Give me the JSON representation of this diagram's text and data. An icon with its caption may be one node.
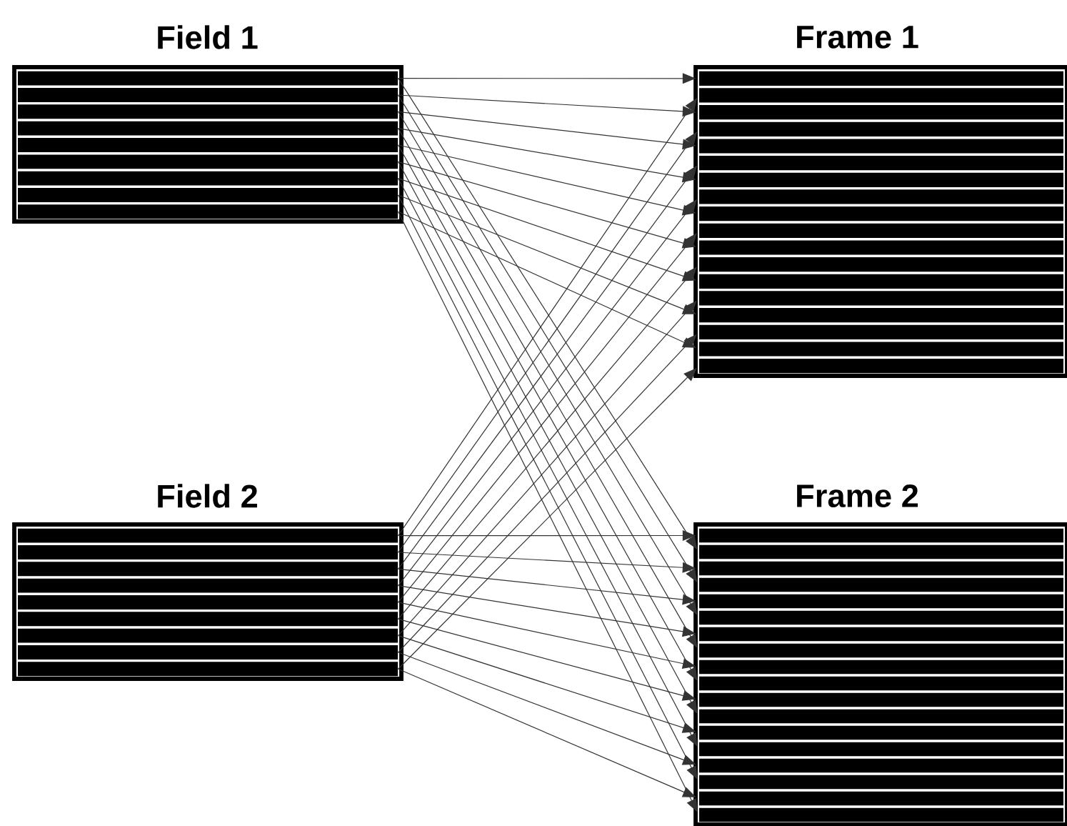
{
  "diagram": {
    "nodes": [
      {
        "text": [
          "Field 1"
        ]
      },
      {
        "text": [],
        "shape": "bar",
        "in": 0
      },
      {
        "text": [],
        "shape": "bar",
        "in": 0
      },
      {
        "text": [],
        "shape": "bar",
        "in": 0
      },
      {
        "text": [],
        "shape": "bar",
        "in": 0
      },
      {
        "text": [],
        "shape": "bar",
        "in": 0
      },
      {
        "text": [],
        "shape": "bar",
        "in": 0
      },
      {
        "text": [],
        "shape": "bar",
        "in": 0
      },
      {
        "text": [],
        "shape": "bar",
        "in": 0
      },
      {
        "text": [],
        "shape": "bar",
        "in": 0
      },
      {
        "text": [
          "Frame 1"
        ]
      },
      {
        "text": [],
        "shape": "bar",
        "in": 10
      },
      {
        "text": [],
        "shape": "bar",
        "in": 10
      },
      {
        "text": [],
        "shape": "bar",
        "in": 10
      },
      {
        "text": [],
        "shape": "bar",
        "in": 10
      },
      {
        "text": [],
        "shape": "bar",
        "in": 10
      },
      {
        "text": [],
        "shape": "bar",
        "in": 10
      },
      {
        "text": [],
        "shape": "bar",
        "in": 10
      },
      {
        "text": [],
        "shape": "bar",
        "in": 10
      },
      {
        "text": [],
        "shape": "bar",
        "in": 10
      },
      {
        "text": [],
        "shape": "bar",
        "in": 10
      },
      {
        "text": [],
        "shape": "bar",
        "in": 10
      },
      {
        "text": [],
        "shape": "bar",
        "in": 10
      },
      {
        "text": [],
        "shape": "bar",
        "in": 10
      },
      {
        "text": [],
        "shape": "bar",
        "in": 10
      },
      {
        "text": [],
        "shape": "bar",
        "in": 10
      },
      {
        "text": [],
        "shape": "bar",
        "in": 10
      },
      {
        "text": [],
        "shape": "bar",
        "in": 10
      },
      {
        "text": [],
        "shape": "bar",
        "in": 10
      },
      {
        "text": [
          "Field 2"
        ]
      },
      {
        "text": [],
        "shape": "bar",
        "in": 29
      },
      {
        "text": [],
        "shape": "bar",
        "in": 29
      },
      {
        "text": [],
        "shape": "bar",
        "in": 29
      },
      {
        "text": [],
        "shape": "bar",
        "in": 29
      },
      {
        "text": [],
        "shape": "bar",
        "in": 29
      },
      {
        "text": [],
        "shape": "bar",
        "in": 29
      },
      {
        "text": [],
        "shape": "bar",
        "in": 29
      },
      {
        "text": [],
        "shape": "bar",
        "in": 29
      },
      {
        "text": [],
        "shape": "bar",
        "in": 29
      },
      {
        "text": [
          "Frame 2"
        ]
      },
      {
        "text": [],
        "shape": "bar",
        "in": 39
      },
      {
        "text": [],
        "shape": "bar",
        "in": 39
      },
      {
        "text": [],
        "shape": "bar",
        "in": 39
      },
      {
        "text": [],
        "shape": "bar",
        "in": 39
      },
      {
        "text": [],
        "shape": "bar",
        "in": 39
      },
      {
        "text": [],
        "shape": "bar",
        "in": 39
      },
      {
        "text": [],
        "shape": "bar",
        "in": 39
      },
      {
        "text": [],
        "shape": "bar",
        "in": 39
      },
      {
        "text": [],
        "shape": "bar",
        "in": 39
      },
      {
        "text": [],
        "shape": "bar",
        "in": 39
      },
      {
        "text": [],
        "shape": "bar",
        "in": 39
      },
      {
        "text": [],
        "shape": "bar",
        "in": 39
      },
      {
        "text": [],
        "shape": "bar",
        "in": 39
      },
      {
        "text": [],
        "shape": "bar",
        "in": 39
      },
      {
        "text": [],
        "shape": "bar",
        "in": 39
      },
      {
        "text": [],
        "shape": "bar",
        "in": 39
      },
      {
        "text": [],
        "shape": "bar",
        "in": 39
      },
      {
        "text": [],
        "shape": "bar",
        "in": 39
      }
    ],
    "edges": [
      {
        "from": 1,
        "to": 11,
        "arrow": "to"
      },
      {
        "from": 1,
        "to": 41,
        "arrow": "to"
      },
      {
        "from": 2,
        "to": 13,
        "arrow": "to"
      },
      {
        "from": 2,
        "to": 43,
        "arrow": "to"
      },
      {
        "from": 3,
        "to": 15,
        "arrow": "to"
      },
      {
        "from": 3,
        "to": 45,
        "arrow": "to"
      },
      {
        "from": 4,
        "to": 17,
        "arrow": "to"
      },
      {
        "from": 4,
        "to": 47,
        "arrow": "to"
      },
      {
        "from": 5,
        "to": 19,
        "arrow": "to"
      },
      {
        "from": 5,
        "to": 49,
        "arrow": "to"
      },
      {
        "from": 6,
        "to": 21,
        "arrow": "to"
      },
      {
        "from": 6,
        "to": 51,
        "arrow": "to"
      },
      {
        "from": 7,
        "to": 23,
        "arrow": "to"
      },
      {
        "from": 7,
        "to": 53,
        "arrow": "to"
      },
      {
        "from": 8,
        "to": 25,
        "arrow": "to"
      },
      {
        "from": 8,
        "to": 55,
        "arrow": "to"
      },
      {
        "from": 9,
        "to": 27,
        "arrow": "to"
      },
      {
        "from": 9,
        "to": 57,
        "arrow": "to"
      },
      {
        "from": 30,
        "to": 12,
        "arrow": "to"
      },
      {
        "from": 30,
        "to": 40,
        "arrow": "to"
      },
      {
        "from": 31,
        "to": 14,
        "arrow": "to"
      },
      {
        "from": 31,
        "to": 42,
        "arrow": "to"
      },
      {
        "from": 32,
        "to": 16,
        "arrow": "to"
      },
      {
        "from": 32,
        "to": 44,
        "arrow": "to"
      },
      {
        "from": 33,
        "to": 18,
        "arrow": "to"
      },
      {
        "from": 33,
        "to": 46,
        "arrow": "to"
      },
      {
        "from": 34,
        "to": 20,
        "arrow": "to"
      },
      {
        "from": 34,
        "to": 48,
        "arrow": "to"
      },
      {
        "from": 35,
        "to": 22,
        "arrow": "to"
      },
      {
        "from": 35,
        "to": 50,
        "arrow": "to"
      },
      {
        "from": 36,
        "to": 24,
        "arrow": "to"
      },
      {
        "from": 36,
        "to": 52,
        "arrow": "to"
      },
      {
        "from": 37,
        "to": 26,
        "arrow": "to"
      },
      {
        "from": 37,
        "to": 54,
        "arrow": "to"
      },
      {
        "from": 38,
        "to": 28,
        "arrow": "to"
      },
      {
        "from": 38,
        "to": 56,
        "arrow": "to"
      }
    ]
  }
}
